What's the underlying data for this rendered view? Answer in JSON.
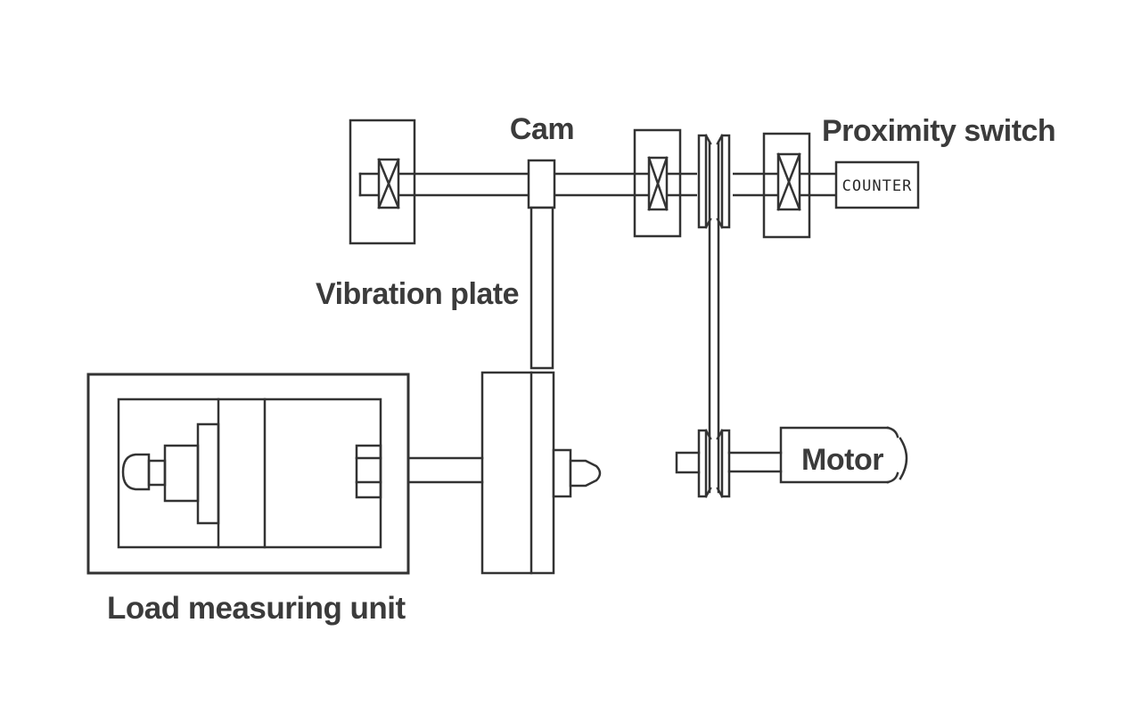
{
  "diagram": {
    "labels": {
      "cam": "Cam",
      "proximity_switch": "Proximity switch",
      "counter": "COUNTER",
      "vibration_plate": "Vibration plate",
      "load_measuring_unit": "Load measuring unit",
      "motor": "Motor"
    },
    "colors": {
      "line": "#333333",
      "label_text": "#3b3b3b",
      "background": "#ffffff"
    }
  }
}
